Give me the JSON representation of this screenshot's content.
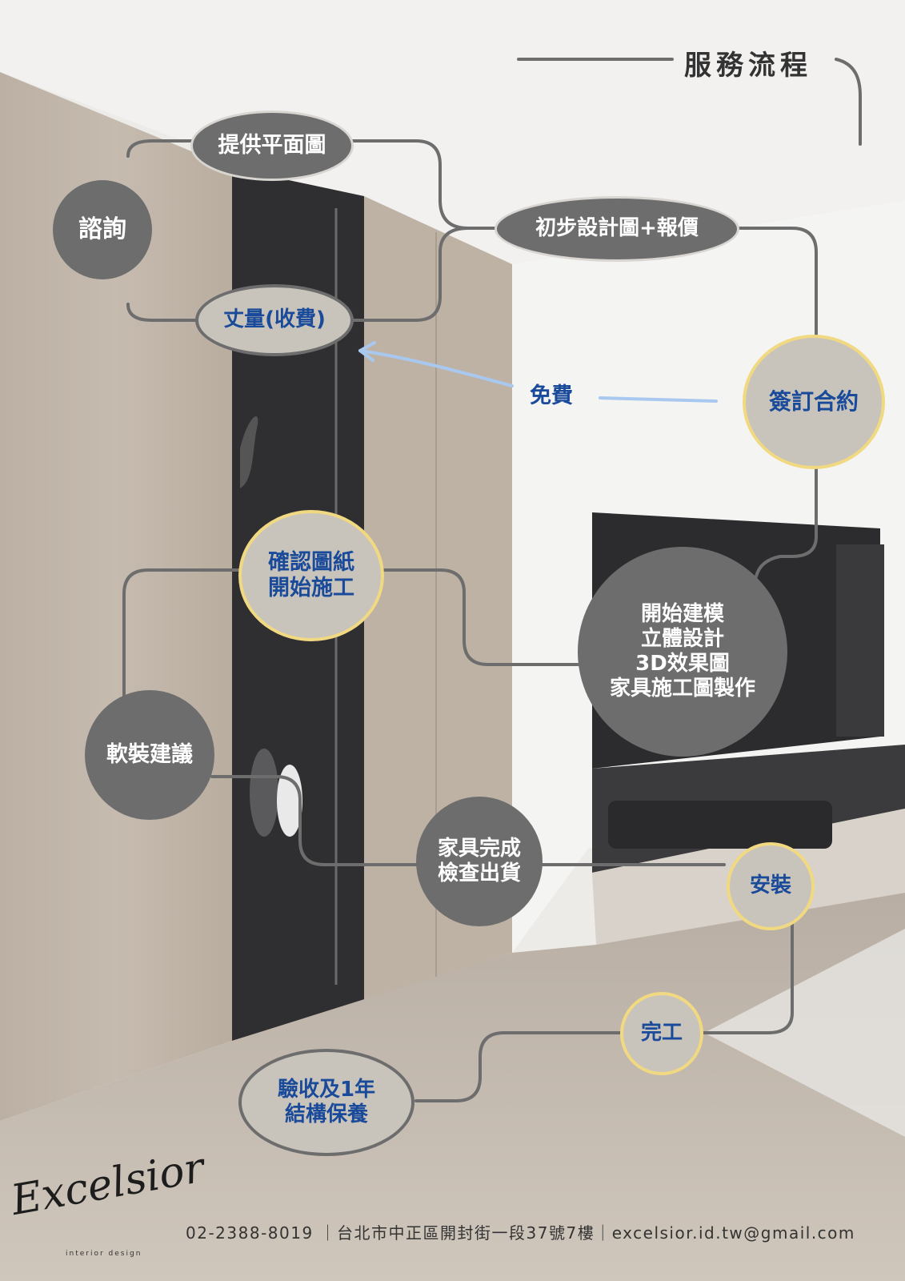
{
  "header": {
    "title": "服務流程"
  },
  "steps": {
    "consult": "諮詢",
    "floorplan": "提供平面圖",
    "measure": "丈量(收費)",
    "design_quote": "初步設計圖+報價",
    "contract": "簽訂合約",
    "modeling": [
      "開始建模",
      "立體設計",
      "3D效果圖",
      "家具施工圖製作"
    ],
    "confirm": [
      "確認圖紙",
      "開始施工"
    ],
    "soft": "軟裝建議",
    "furniture": [
      "家具完成",
      "檢查出貨"
    ],
    "install": "安裝",
    "complete": "完工",
    "acceptance": [
      "驗收及1年",
      "結構保養"
    ]
  },
  "annotation": {
    "free": "免費"
  },
  "footer": {
    "contact": "02-2388-8019 ｜台北市中正區開封街一段37號7樓｜excelsior.id.tw@gmail.com"
  },
  "brand": {
    "logo": "Excelsior",
    "tagline": "interior design"
  },
  "colors": {
    "node_dark": "#6d6d6e",
    "node_light": "#c9c4bb",
    "highlight_ring": "#f1d982",
    "text_blue": "#1a4a9a",
    "arrow_blue": "#a9c8ef"
  }
}
